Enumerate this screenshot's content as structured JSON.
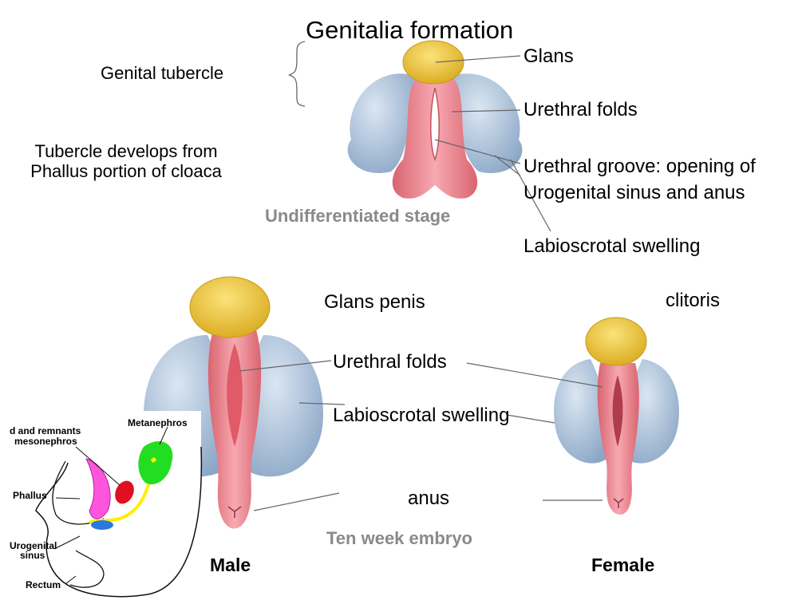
{
  "title": "Genitalia formation",
  "notes": {
    "genital_tubercle": "Genital tubercle",
    "tubercle_development": "Tubercle develops from Phallus portion of cloaca"
  },
  "undifferentiated": {
    "labels": {
      "glans": "Glans",
      "urethral_folds": "Urethral folds",
      "urethral_groove_line1": "Urethral groove: opening of",
      "urethral_groove_line2": "Urogenital sinus and anus",
      "labioscrotal_swelling": "Labioscrotal swelling"
    },
    "caption": "Undifferentiated stage"
  },
  "ten_week": {
    "labels": {
      "glans_penis": "Glans penis",
      "clitoris": "clitoris",
      "urethral_folds": "Urethral folds",
      "labioscrotal_swelling": "Labioscrotal swelling",
      "anus": "anus"
    },
    "caption": "Ten week embryo",
    "male": "Male",
    "female": "Female"
  },
  "inset": {
    "labels": {
      "remnants_line1": "d and remnants",
      "remnants_line2": "mesonephros",
      "metanephros": "Metanephros",
      "phallus": "Phallus",
      "urogenital_line1": "Urogenital",
      "urogenital_line2": "sinus",
      "rectum": "Rectum"
    },
    "colors": {
      "metanephros": "#22dd22",
      "mesonephric_duct": "#ffee00",
      "paramesonephric": "#ff55dd",
      "gonad": "#e01020",
      "bladder": "#2a78e0"
    }
  },
  "colors": {
    "glans": "#f0c93c",
    "folds": "#e8828e",
    "swelling": "#a9bfd9",
    "caption_gray": "#8a8a8a"
  }
}
